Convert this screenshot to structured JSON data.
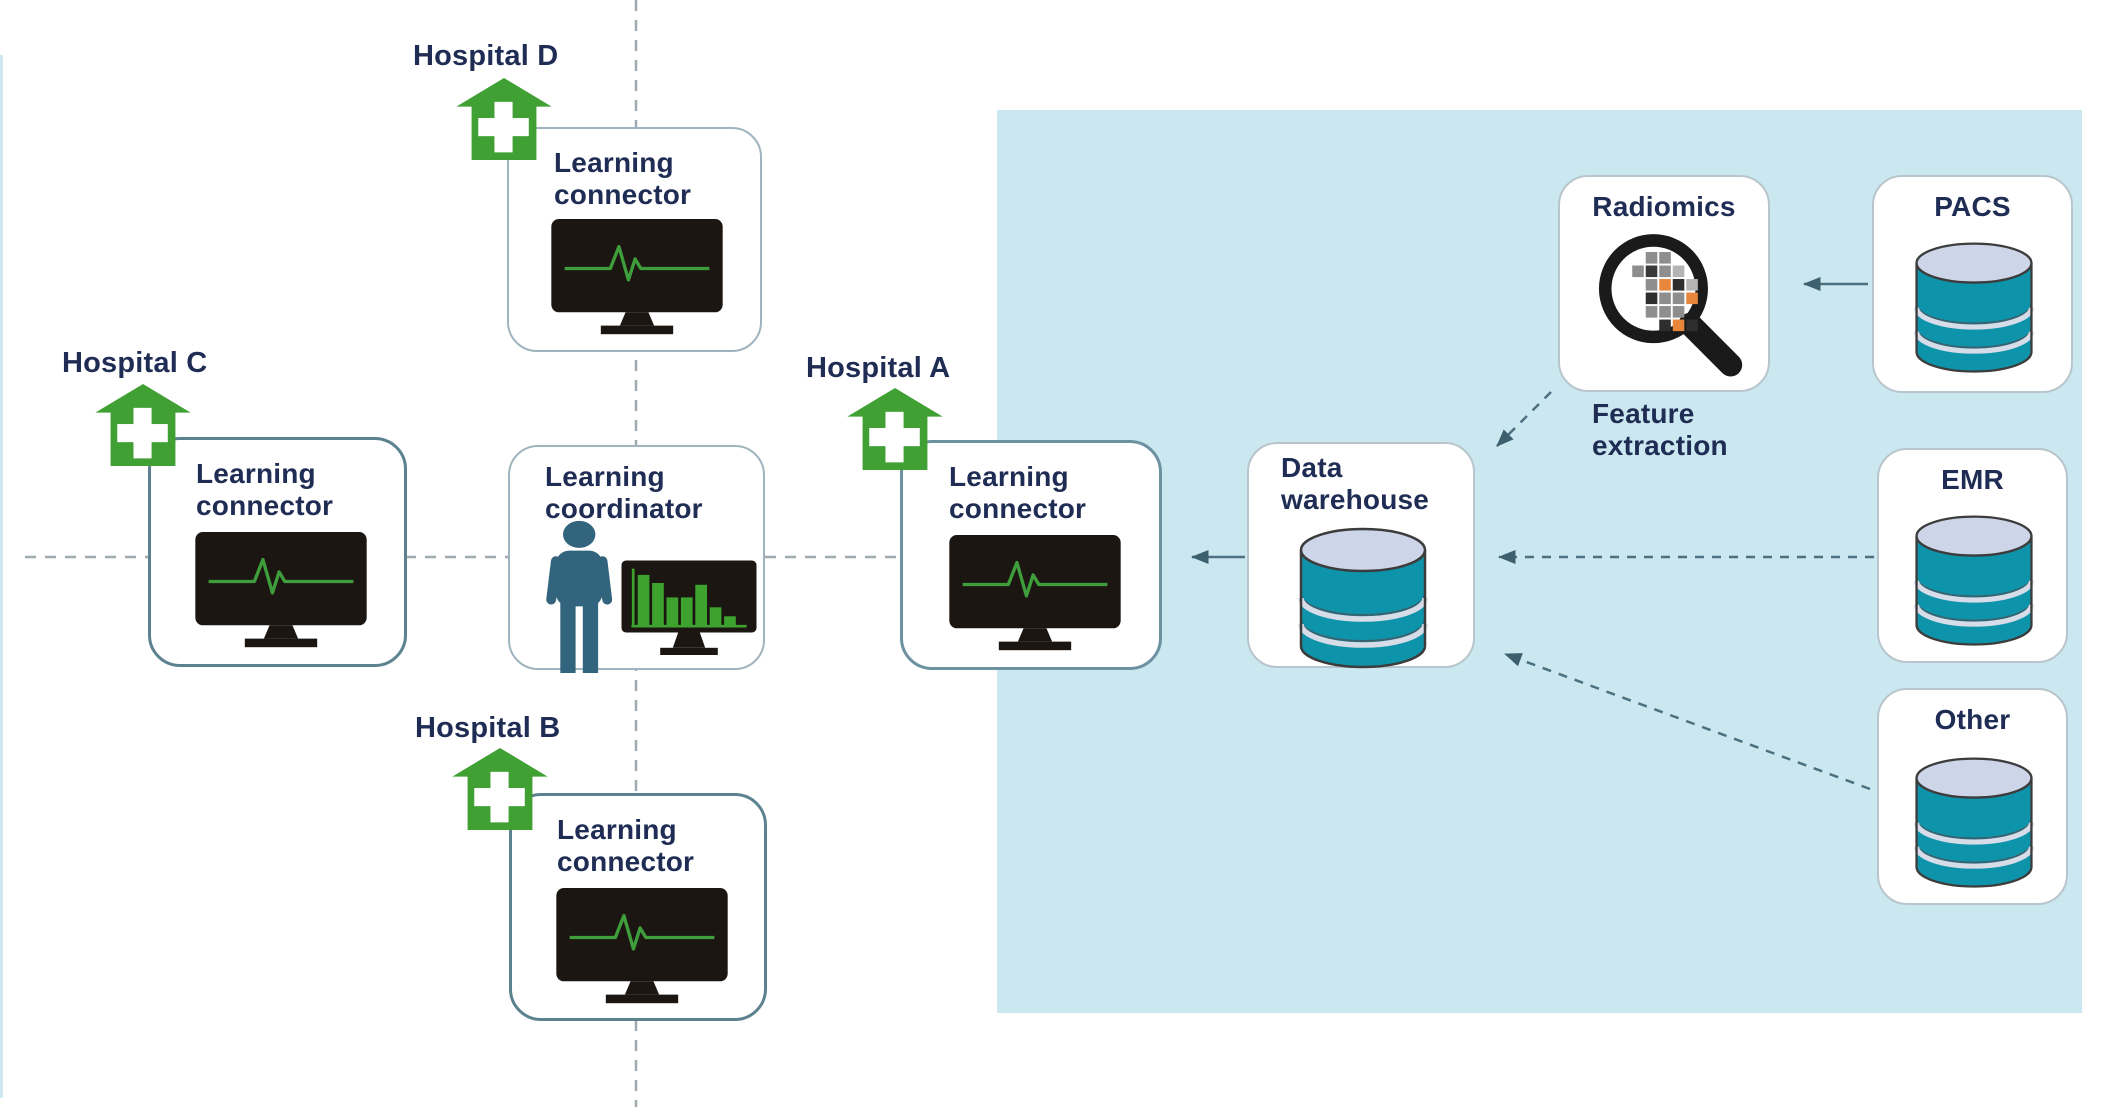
{
  "diagram": {
    "hospitals": {
      "a": {
        "label": "Hospital A"
      },
      "b": {
        "label": "Hospital B"
      },
      "c": {
        "label": "Hospital C"
      },
      "d": {
        "label": "Hospital D"
      }
    },
    "nodes": {
      "learning_connector": {
        "label": "Learning connector"
      },
      "learning_coordinator": {
        "label": "Learning coordinator"
      },
      "radiomics": {
        "label": "Radiomics",
        "caption": "Feature extraction"
      },
      "pacs": {
        "label": "PACS"
      },
      "emr": {
        "label": "EMR"
      },
      "other": {
        "label": "Other"
      },
      "data_warehouse": {
        "label": "Data warehouse"
      }
    },
    "edges": [
      {
        "from": "PACS",
        "to": "Radiomics",
        "style": "solid-arrow"
      },
      {
        "from": "Radiomics",
        "to": "Data warehouse",
        "style": "dashed-arrow"
      },
      {
        "from": "EMR",
        "to": "Data warehouse",
        "style": "dashed-arrow"
      },
      {
        "from": "Other",
        "to": "Data warehouse",
        "style": "dashed-arrow"
      },
      {
        "from": "Data warehouse",
        "to": "Learning connector (Hospital A)",
        "style": "solid-arrow"
      },
      {
        "from": "Learning coordinator",
        "to": "Learning connectors of Hospitals A, B, C, D",
        "style": "dashed-network-lines"
      }
    ],
    "colors": {
      "panel_bg": "#cbe7ef",
      "hospital_green": "#40a033",
      "database_teal": "#0e94aa",
      "database_top": "#cdd5e8",
      "label_navy": "#1f2c54",
      "monitor_black": "#1b1612",
      "ecg_green": "#3f9e3c",
      "person_slate": "#33647e",
      "radiomics_orange": "#e8873b",
      "network_line_gray": "#9faab0",
      "arrow_slate": "#4b7181"
    }
  }
}
